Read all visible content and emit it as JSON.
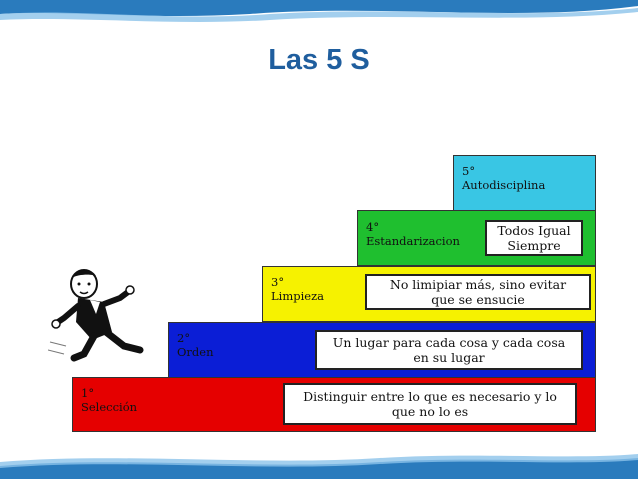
{
  "title": "Las 5 S",
  "steps": [
    {
      "label": "1°\nSelección",
      "desc": "Distinguir entre lo que es necesario y lo\nque no lo es",
      "color": "#e50000"
    },
    {
      "label": "2°\nOrden",
      "desc": "Un lugar para cada cosa y cada cosa\nen su lugar",
      "color": "#0b1ed6"
    },
    {
      "label": "3°\nLimpieza",
      "desc": "No limipiar más, sino evitar\nque se ensucie",
      "color": "#f6f200"
    },
    {
      "label": "4°\nEstandarizacion",
      "desc": "Todos Igual\nSiempre",
      "color": "#1fbf2f"
    },
    {
      "label": "5°\nAutodisciplina",
      "desc": "",
      "color": "#39c6e4"
    }
  ],
  "figure_icon": "running-man-icon",
  "wave_color": "#2a7bbd"
}
